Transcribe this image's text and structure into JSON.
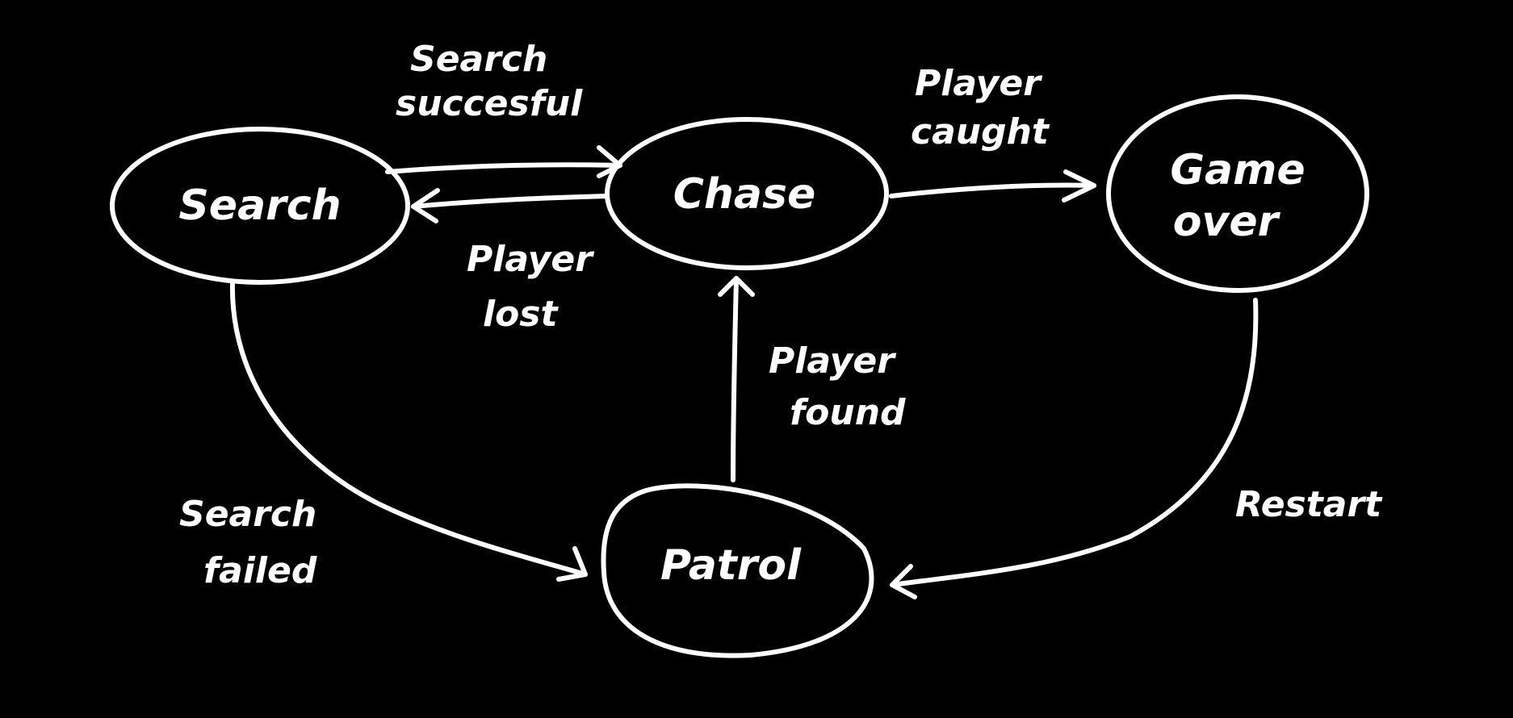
{
  "diagram": {
    "type": "state-machine",
    "background_color": "#000000",
    "stroke_color": "#ffffff",
    "states": {
      "search": "Search",
      "chase": "Chase",
      "game_over_line1": "Game",
      "game_over_line2": "over",
      "patrol": "Patrol"
    },
    "transitions": {
      "search_successful": {
        "from": "Search",
        "to": "Chase",
        "line1": "Search",
        "line2": "succesful"
      },
      "player_lost": {
        "from": "Chase",
        "to": "Search",
        "line1": "Player",
        "line2": "lost"
      },
      "player_caught": {
        "from": "Chase",
        "to": "Game over",
        "line1": "Player",
        "line2": "caught"
      },
      "player_found": {
        "from": "Patrol",
        "to": "Chase",
        "line1": "Player",
        "line2": "found"
      },
      "search_failed": {
        "from": "Search",
        "to": "Patrol",
        "line1": "Search",
        "line2": "failed"
      },
      "restart": {
        "from": "Game over",
        "to": "Patrol",
        "line1": "Restart"
      }
    }
  }
}
